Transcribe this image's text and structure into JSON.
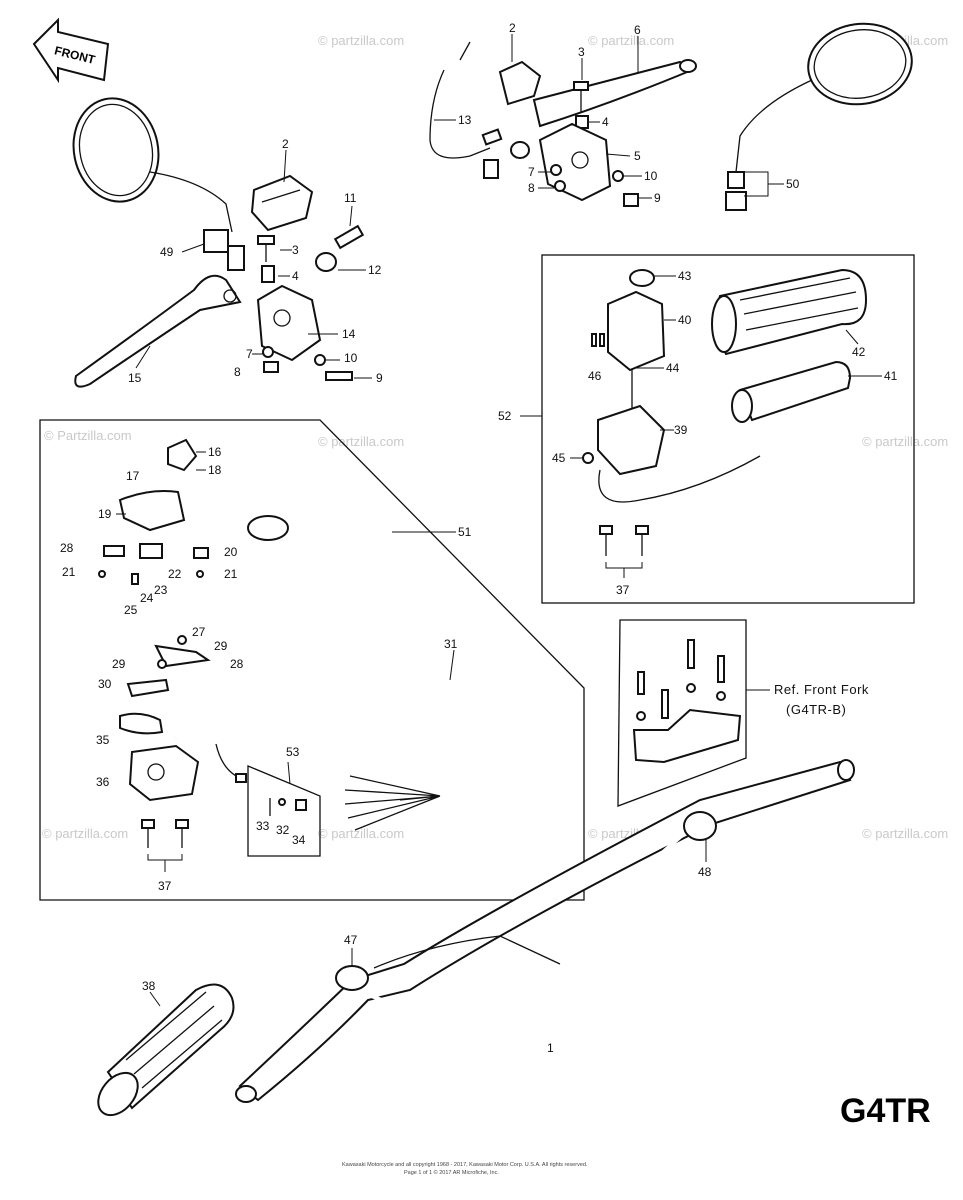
{
  "front_arrow": {
    "label": "FRONT"
  },
  "model_code": "G4TR",
  "reference_note": {
    "line1": "Ref. Front Fork",
    "line2": "(G4TR-B)"
  },
  "watermarks": [
    "© Partzilla.com",
    "© partzilla.com"
  ],
  "footer": {
    "line1": "Kawasaki Motorcycle and all copyright 1968 - 2017, Kawasaki Motor Corp. U.S.A. All rights reserved.",
    "line2": "Page 1 of 1 © 2017 AR Microfiche, Inc."
  },
  "callouts": {
    "c1": "1",
    "c2a": "2",
    "c2b": "2",
    "c3a": "3",
    "c3b": "3",
    "c4a": "4",
    "c4b": "4",
    "c5": "5",
    "c6": "6",
    "c7a": "7",
    "c7b": "7",
    "c8a": "8",
    "c8b": "8",
    "c9a": "9",
    "c9b": "9",
    "c10a": "10",
    "c10b": "10",
    "c11": "11",
    "c12": "12",
    "c13": "13",
    "c14": "14",
    "c15": "15",
    "c16": "16",
    "c17": "17",
    "c18": "18",
    "c19": "19",
    "c20": "20",
    "c21a": "21",
    "c21b": "21",
    "c22": "22",
    "c23": "23",
    "c24": "24",
    "c25": "25",
    "c27": "27",
    "c28a": "28",
    "c28b": "28",
    "c29a": "29",
    "c29b": "29",
    "c30": "30",
    "c31": "31",
    "c32": "32",
    "c33": "33",
    "c34": "34",
    "c35": "35",
    "c36": "36",
    "c37a": "37",
    "c37b": "37",
    "c38": "38",
    "c39": "39",
    "c40": "40",
    "c41": "41",
    "c42": "42",
    "c43": "43",
    "c44": "44",
    "c45": "45",
    "c46": "46",
    "c47": "47",
    "c48": "48",
    "c49": "49",
    "c50": "50",
    "c51": "51",
    "c52": "52",
    "c53": "53"
  }
}
